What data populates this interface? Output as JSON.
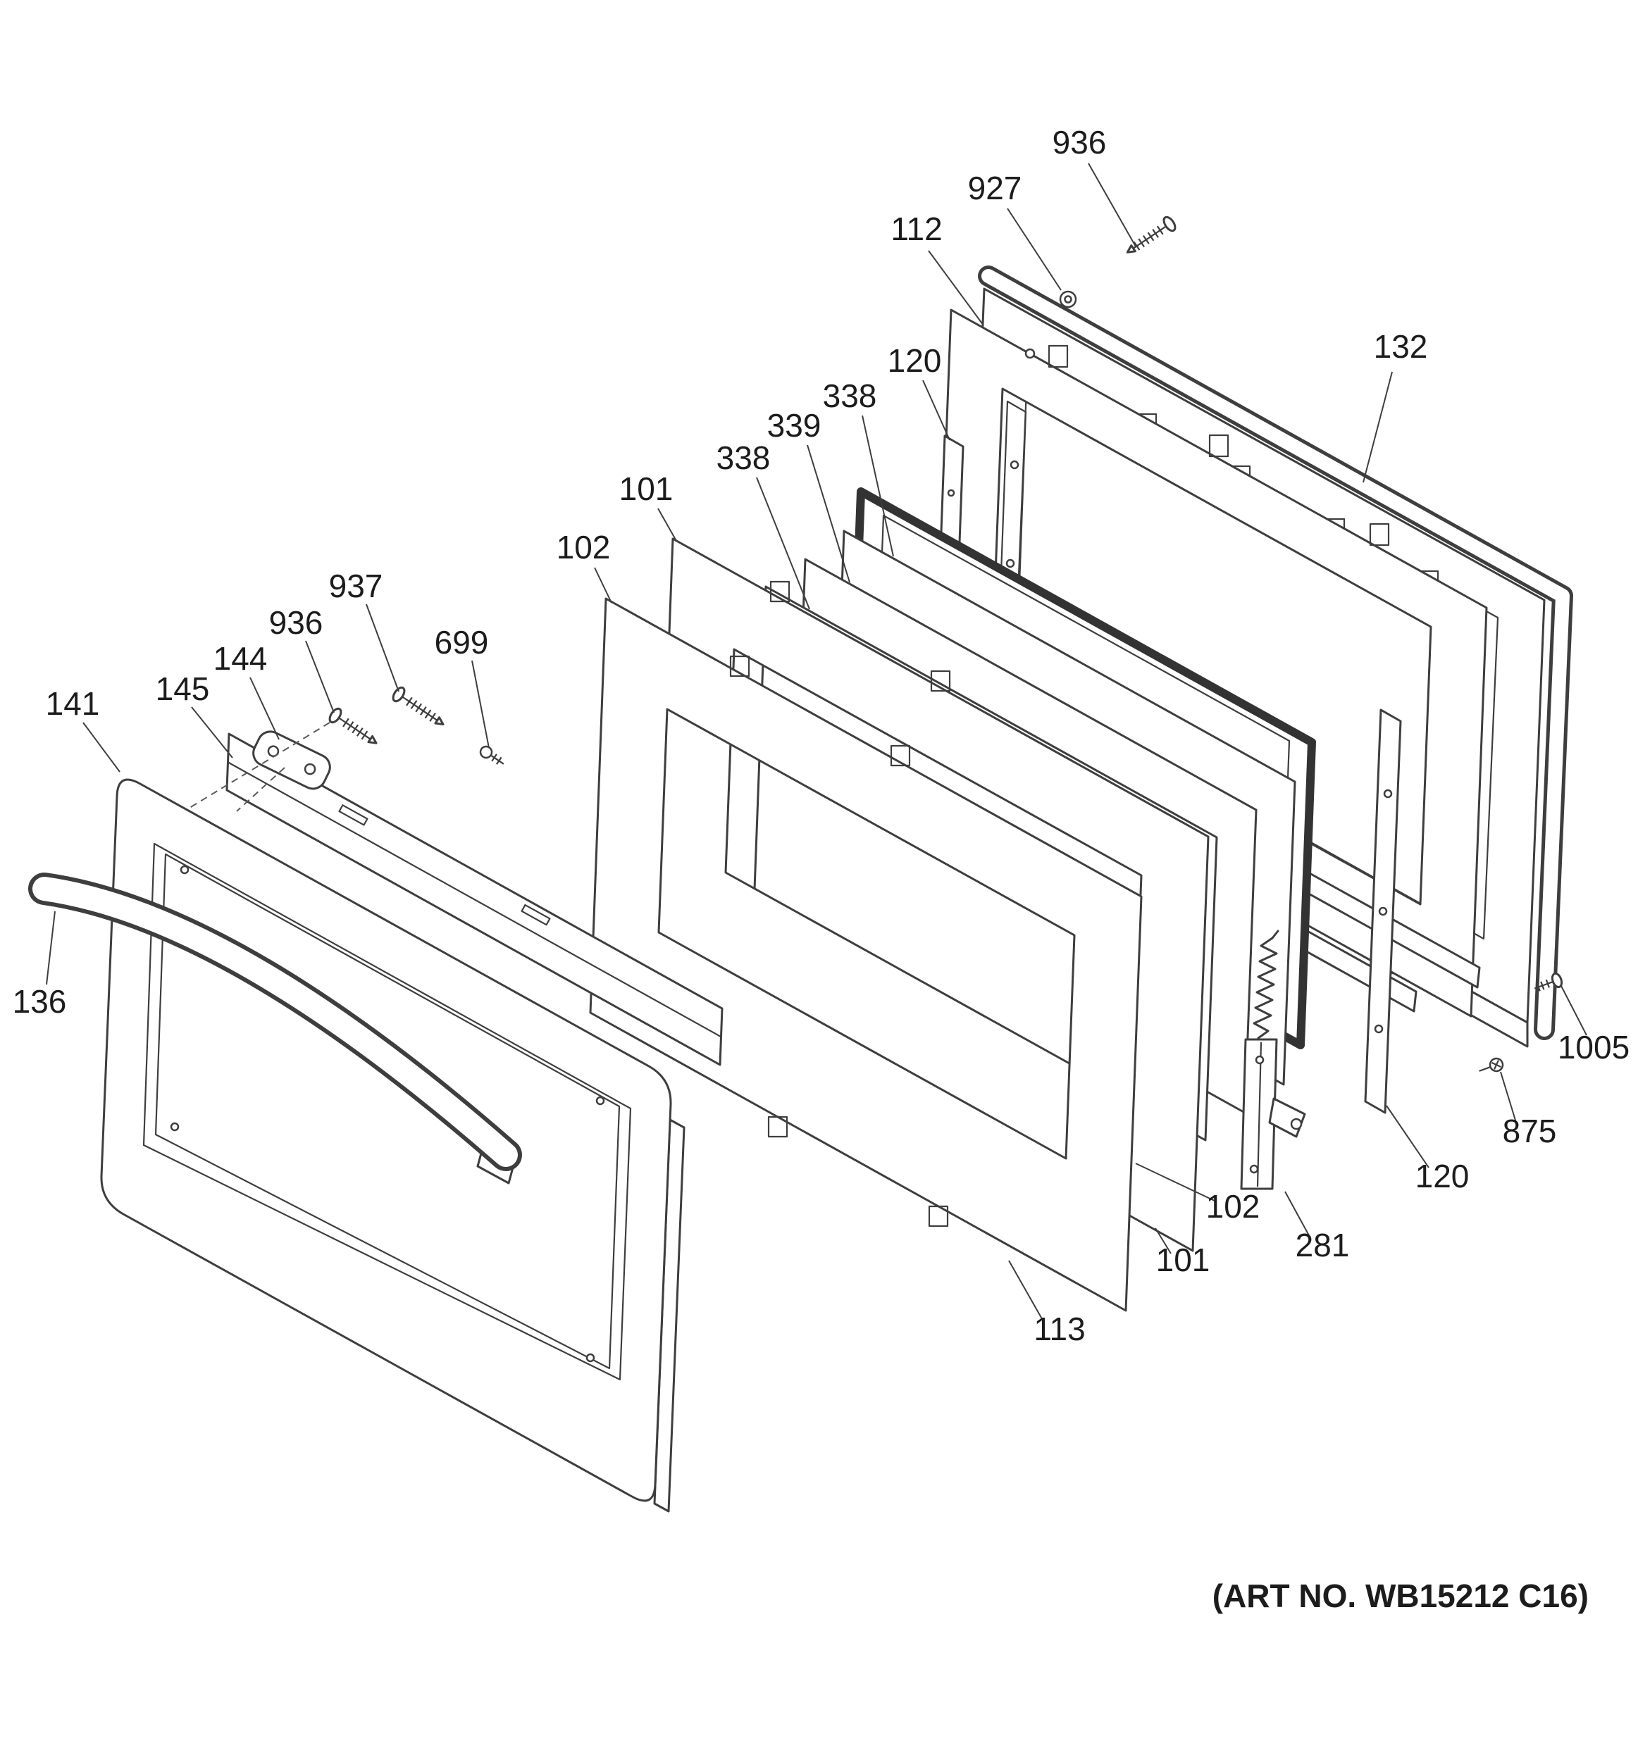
{
  "document": {
    "kind": "exploded-parts-diagram",
    "subject": "wall oven door assembly",
    "art_no": "(ART NO. WB15212 C16)"
  },
  "callouts": [
    {
      "label": "936",
      "name": "screw-top"
    },
    {
      "label": "927",
      "name": "grommet"
    },
    {
      "label": "112",
      "name": "inner-door-panel"
    },
    {
      "label": "132",
      "name": "door-frame"
    },
    {
      "label": "120",
      "name": "glass-rail-upper"
    },
    {
      "label": "338",
      "name": "glass-spacer-rear"
    },
    {
      "label": "339",
      "name": "door-glass-middle"
    },
    {
      "label": "338",
      "name": "glass-spacer-front"
    },
    {
      "label": "101",
      "name": "insulation-frame-inner-upper"
    },
    {
      "label": "102",
      "name": "insulation-frame-outer-upper"
    },
    {
      "label": "699",
      "name": "screw-frame"
    },
    {
      "label": "937",
      "name": "handle-screw-right"
    },
    {
      "label": "936",
      "name": "handle-screw-left"
    },
    {
      "label": "144",
      "name": "handle-bracket"
    },
    {
      "label": "145",
      "name": "handle-trim-strip"
    },
    {
      "label": "141",
      "name": "outer-door-panel"
    },
    {
      "label": "136",
      "name": "door-handle"
    },
    {
      "label": "1005",
      "name": "screw-right-upper"
    },
    {
      "label": "875",
      "name": "screw-right-lower"
    },
    {
      "label": "120",
      "name": "glass-rail-lower"
    },
    {
      "label": "102",
      "name": "insulation-frame-outer-lower"
    },
    {
      "label": "281",
      "name": "door-latch"
    },
    {
      "label": "101",
      "name": "insulation-frame-inner-lower"
    },
    {
      "label": "113",
      "name": "inner-glass-panel"
    }
  ]
}
